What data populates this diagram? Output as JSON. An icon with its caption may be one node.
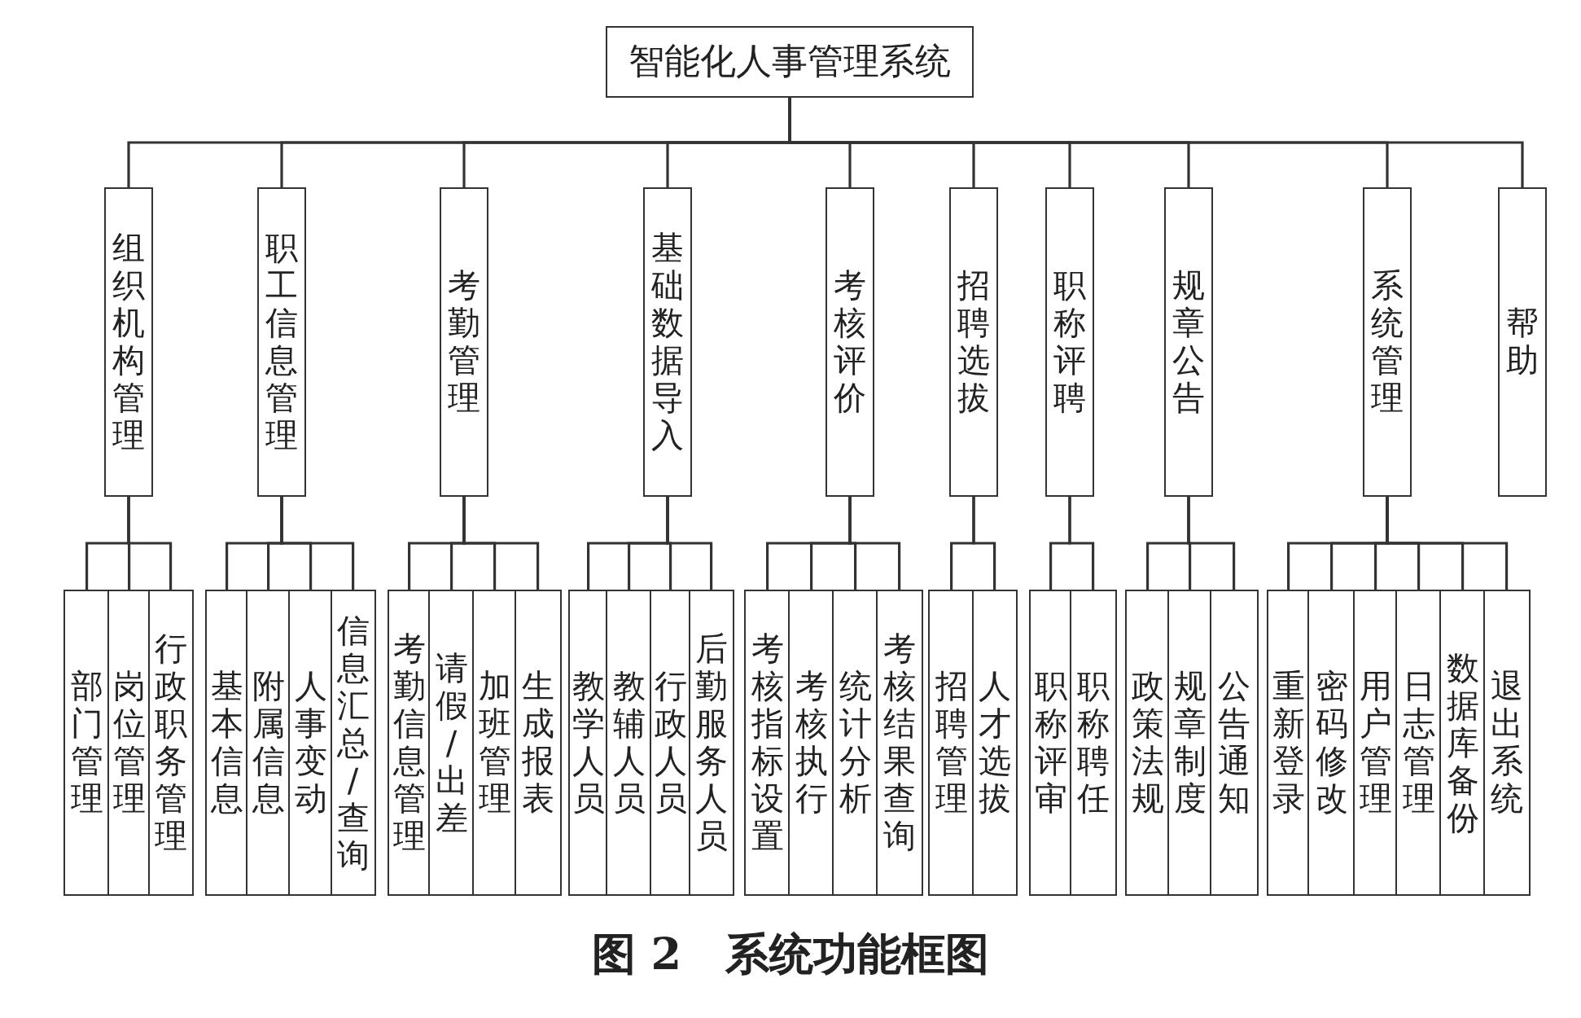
{
  "diagram": {
    "caption": "图 2　系统功能框图",
    "nodes": [
      {
        "text": [
          "智能化人事管理系统"
        ]
      },
      {
        "text": [
          "组织机构管理"
        ]
      },
      {
        "text": [
          "职工信息管理"
        ]
      },
      {
        "text": [
          "考勤管理"
        ]
      },
      {
        "text": [
          "基础数据导入"
        ]
      },
      {
        "text": [
          "考核评价"
        ]
      },
      {
        "text": [
          "招聘选拔"
        ]
      },
      {
        "text": [
          "职称评聘"
        ]
      },
      {
        "text": [
          "规章公告"
        ]
      },
      {
        "text": [
          "系统管理"
        ]
      },
      {
        "text": [
          "帮助"
        ]
      },
      {
        "text": [
          "部门管理"
        ]
      },
      {
        "text": [
          "岗位管理"
        ]
      },
      {
        "text": [
          "行政职务管理"
        ]
      },
      {
        "text": [
          "基本信息"
        ]
      },
      {
        "text": [
          "附属信息"
        ]
      },
      {
        "text": [
          "人事变动"
        ]
      },
      {
        "text": [
          "信息汇总/查询"
        ]
      },
      {
        "text": [
          "考勤信息管理"
        ]
      },
      {
        "text": [
          "请假/出差"
        ]
      },
      {
        "text": [
          "加班管理"
        ]
      },
      {
        "text": [
          "生成报表"
        ]
      },
      {
        "text": [
          "教学人员"
        ]
      },
      {
        "text": [
          "教辅人员"
        ]
      },
      {
        "text": [
          "行政人员"
        ]
      },
      {
        "text": [
          "后勤服务人员"
        ]
      },
      {
        "text": [
          "考核指标设置"
        ]
      },
      {
        "text": [
          "考核执行"
        ]
      },
      {
        "text": [
          "统计分析"
        ]
      },
      {
        "text": [
          "考核结果查询"
        ]
      },
      {
        "text": [
          "招聘管理"
        ]
      },
      {
        "text": [
          "人才选拔"
        ]
      },
      {
        "text": [
          "职称评审"
        ]
      },
      {
        "text": [
          "职称聘任"
        ]
      },
      {
        "text": [
          "政策法规"
        ]
      },
      {
        "text": [
          "规章制度"
        ]
      },
      {
        "text": [
          "公告通知"
        ]
      },
      {
        "text": [
          "重新登录"
        ]
      },
      {
        "text": [
          "密码修改"
        ]
      },
      {
        "text": [
          "用户管理"
        ]
      },
      {
        "text": [
          "日志管理"
        ]
      },
      {
        "text": [
          "数据库备份"
        ]
      },
      {
        "text": [
          "退出系统"
        ]
      }
    ],
    "edges": [
      {
        "from": 0,
        "to": 1,
        "arrow": "none"
      },
      {
        "from": 0,
        "to": 2,
        "arrow": "none"
      },
      {
        "from": 0,
        "to": 3,
        "arrow": "none"
      },
      {
        "from": 0,
        "to": 4,
        "arrow": "none"
      },
      {
        "from": 0,
        "to": 5,
        "arrow": "none"
      },
      {
        "from": 0,
        "to": 6,
        "arrow": "none"
      },
      {
        "from": 0,
        "to": 7,
        "arrow": "none"
      },
      {
        "from": 0,
        "to": 8,
        "arrow": "none"
      },
      {
        "from": 0,
        "to": 9,
        "arrow": "none"
      },
      {
        "from": 0,
        "to": 10,
        "arrow": "none"
      },
      {
        "from": 1,
        "to": 11,
        "arrow": "none"
      },
      {
        "from": 1,
        "to": 12,
        "arrow": "none"
      },
      {
        "from": 1,
        "to": 13,
        "arrow": "none"
      },
      {
        "from": 2,
        "to": 14,
        "arrow": "none"
      },
      {
        "from": 2,
        "to": 15,
        "arrow": "none"
      },
      {
        "from": 2,
        "to": 16,
        "arrow": "none"
      },
      {
        "from": 2,
        "to": 17,
        "arrow": "none"
      },
      {
        "from": 3,
        "to": 18,
        "arrow": "none"
      },
      {
        "from": 3,
        "to": 19,
        "arrow": "none"
      },
      {
        "from": 3,
        "to": 20,
        "arrow": "none"
      },
      {
        "from": 3,
        "to": 21,
        "arrow": "none"
      },
      {
        "from": 4,
        "to": 22,
        "arrow": "none"
      },
      {
        "from": 4,
        "to": 23,
        "arrow": "none"
      },
      {
        "from": 4,
        "to": 24,
        "arrow": "none"
      },
      {
        "from": 4,
        "to": 25,
        "arrow": "none"
      },
      {
        "from": 5,
        "to": 26,
        "arrow": "none"
      },
      {
        "from": 5,
        "to": 27,
        "arrow": "none"
      },
      {
        "from": 5,
        "to": 28,
        "arrow": "none"
      },
      {
        "from": 5,
        "to": 29,
        "arrow": "none"
      },
      {
        "from": 6,
        "to": 30,
        "arrow": "none"
      },
      {
        "from": 6,
        "to": 31,
        "arrow": "none"
      },
      {
        "from": 7,
        "to": 32,
        "arrow": "none"
      },
      {
        "from": 7,
        "to": 33,
        "arrow": "none"
      },
      {
        "from": 8,
        "to": 34,
        "arrow": "none"
      },
      {
        "from": 8,
        "to": 35,
        "arrow": "none"
      },
      {
        "from": 8,
        "to": 36,
        "arrow": "none"
      },
      {
        "from": 9,
        "to": 37,
        "arrow": "none"
      },
      {
        "from": 9,
        "to": 38,
        "arrow": "none"
      },
      {
        "from": 9,
        "to": 39,
        "arrow": "none"
      },
      {
        "from": 9,
        "to": 40,
        "arrow": "none"
      },
      {
        "from": 9,
        "to": 41,
        "arrow": "none"
      },
      {
        "from": 9,
        "to": 42,
        "arrow": "none"
      }
    ]
  }
}
